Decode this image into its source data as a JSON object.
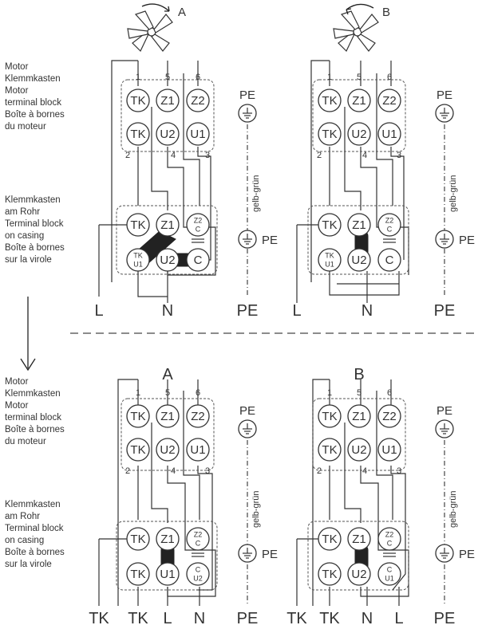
{
  "labels": {
    "motor_block_lines": [
      "Motor",
      "Klemmkasten",
      "Motor",
      "terminal block",
      "Boîte à bornes",
      "du moteur"
    ],
    "casing_block_lines": [
      "Klemmkasten",
      "am Rohr",
      "Terminal block",
      "on casing",
      "Boîte à bornes",
      "sur la virole"
    ],
    "color_code": "gelb-grün",
    "pe": "PE"
  },
  "top": {
    "left": {
      "direction": "A",
      "wire_numbers": [
        "1",
        "5",
        "6",
        "2",
        "4",
        "3"
      ],
      "motor_terminals": [
        "TK",
        "Z1",
        "Z2",
        "TK",
        "U2",
        "U1"
      ],
      "casing_row1": [
        "TK",
        "Z1",
        "Z2"
      ],
      "casing_row1_cap": "C",
      "casing_row2_tk": "TK",
      "casing_row2_u1": "U1",
      "casing_row2": [
        "U2",
        "C"
      ],
      "supply": [
        "L",
        "N",
        "PE"
      ]
    },
    "right": {
      "direction": "B",
      "wire_numbers": [
        "1",
        "5",
        "6",
        "2",
        "4",
        "3"
      ],
      "motor_terminals": [
        "TK",
        "Z1",
        "Z2",
        "TK",
        "U2",
        "U1"
      ],
      "casing_row1": [
        "TK",
        "Z1",
        "Z2"
      ],
      "casing_row1_cap": "C",
      "casing_row2_tk": "TK",
      "casing_row2_u1": "U1",
      "casing_row2": [
        "U2",
        "C"
      ],
      "supply": [
        "L",
        "N",
        "PE"
      ]
    }
  },
  "bottom": {
    "left": {
      "title": "A",
      "wire_numbers": [
        "1",
        "5",
        "6",
        "2",
        "4",
        "3"
      ],
      "motor_terminals": [
        "TK",
        "Z1",
        "Z2",
        "TK",
        "U2",
        "U1"
      ],
      "casing_row1": [
        "TK",
        "Z1",
        "Z2"
      ],
      "casing_row1_cap": "C",
      "casing_row2": [
        "TK",
        "U1"
      ],
      "casing_row2_cap_top": "C",
      "casing_row2_cap_bottom": "U2",
      "supply": [
        "TK",
        "TK",
        "L",
        "N",
        "PE"
      ]
    },
    "right": {
      "title": "B",
      "wire_numbers": [
        "1",
        "5",
        "6",
        "2",
        "4",
        "3"
      ],
      "motor_terminals": [
        "TK",
        "Z1",
        "Z2",
        "TK",
        "U2",
        "U1"
      ],
      "casing_row1": [
        "TK",
        "Z1",
        "Z2"
      ],
      "casing_row1_cap": "C",
      "casing_row2": [
        "TK",
        "U2"
      ],
      "casing_row2_cap_top": "C",
      "casing_row2_cap_bottom": "U1",
      "supply": [
        "TK",
        "TK",
        "N",
        "L",
        "PE"
      ]
    }
  }
}
